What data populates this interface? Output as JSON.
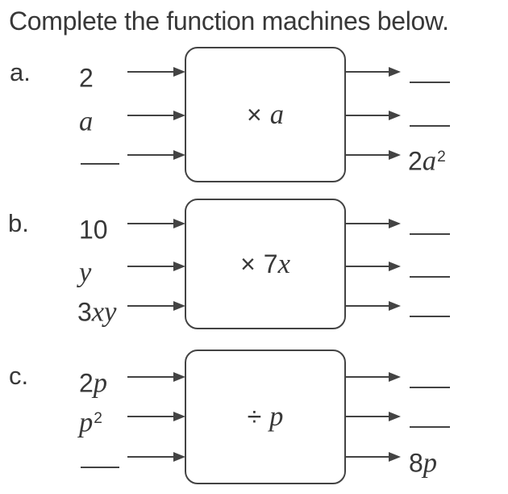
{
  "title": "Complete the function machines below.",
  "colors": {
    "ink": "#383838",
    "line": "#434343"
  },
  "machines": [
    {
      "label": "a.",
      "rule": {
        "op": "×",
        "var": "a"
      },
      "inputs": [
        {
          "num": "2"
        },
        {
          "var": "a"
        },
        {
          "blank": true
        }
      ],
      "outputs": [
        {
          "blank": true
        },
        {
          "blank": true
        },
        {
          "num": "2",
          "var": "a",
          "sup": "2"
        }
      ]
    },
    {
      "label": "b.",
      "rule": {
        "op": "×",
        "num": "7",
        "var": "x"
      },
      "inputs": [
        {
          "num": "10"
        },
        {
          "var": "y"
        },
        {
          "num": "3",
          "var": "xy"
        }
      ],
      "outputs": [
        {
          "blank": true
        },
        {
          "blank": true
        },
        {
          "blank": true
        }
      ]
    },
    {
      "label": "c.",
      "rule": {
        "op": "÷",
        "var": "p"
      },
      "inputs": [
        {
          "num": "2",
          "var": "p"
        },
        {
          "var": "p",
          "sup": "2"
        },
        {
          "blank": true
        }
      ],
      "outputs": [
        {
          "blank": true
        },
        {
          "blank": true
        },
        {
          "num": "8",
          "var": "p"
        }
      ]
    }
  ]
}
